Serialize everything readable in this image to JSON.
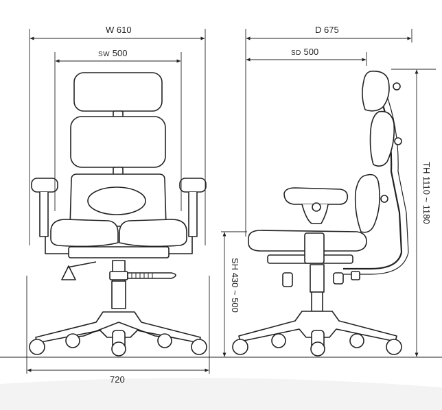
{
  "dimensions": {
    "width": {
      "prefix": "W",
      "value": "610"
    },
    "seat_width": {
      "prefix": "SW",
      "value": "500"
    },
    "depth": {
      "prefix": "D",
      "value": "675"
    },
    "seat_depth": {
      "prefix": "SD",
      "value": "500"
    },
    "total_height": {
      "prefix": "TH",
      "value": "1110 ~ 1180"
    },
    "seat_height": {
      "prefix": "SH",
      "value": "430 ~ 500"
    },
    "base_width": {
      "value": "720"
    }
  },
  "colors": {
    "line": "#222222",
    "seat_fill": "#ffffff",
    "shadow": "#f1f1f1"
  }
}
